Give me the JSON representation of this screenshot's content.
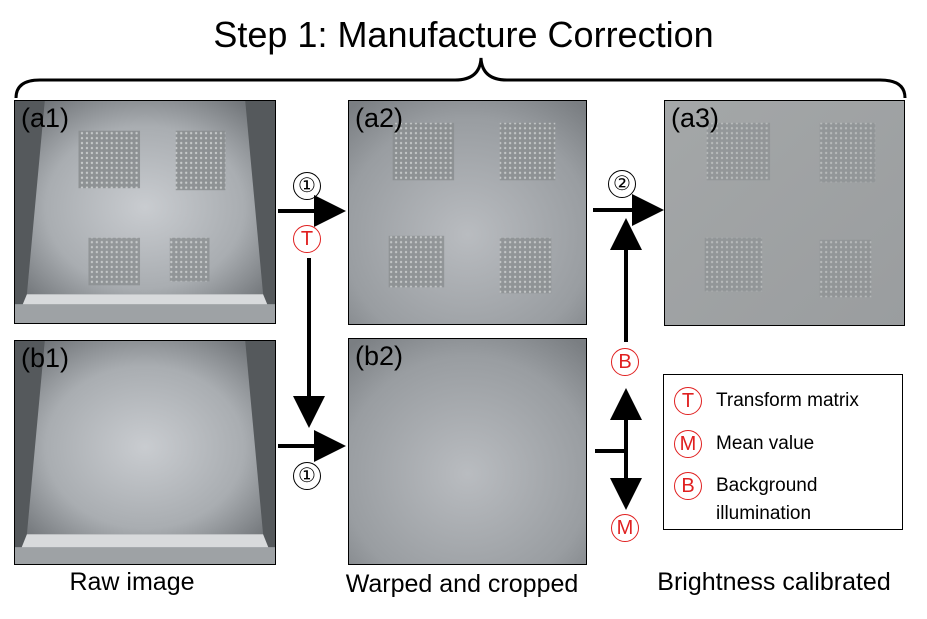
{
  "title": "Step 1: Manufacture Correction",
  "panels": {
    "a1": "(a1)",
    "a2": "(a2)",
    "a3": "(a3)",
    "b1": "(b1)",
    "b2": "(b2)"
  },
  "captions": {
    "raw": "Raw image",
    "warped": "Warped and cropped",
    "brightness": "Brightness calibrated"
  },
  "markers": {
    "step1": "①",
    "step2": "②",
    "t": "T",
    "b": "B",
    "m": "M"
  },
  "legend": [
    {
      "symbol": "T",
      "text": "Transform matrix"
    },
    {
      "symbol": "M",
      "text": "Mean value"
    },
    {
      "symbol": "B",
      "text_line1": "Background",
      "text_line2": "illumination"
    }
  ],
  "colors": {
    "accent_red": "#e02020",
    "arrow": "#000000"
  }
}
